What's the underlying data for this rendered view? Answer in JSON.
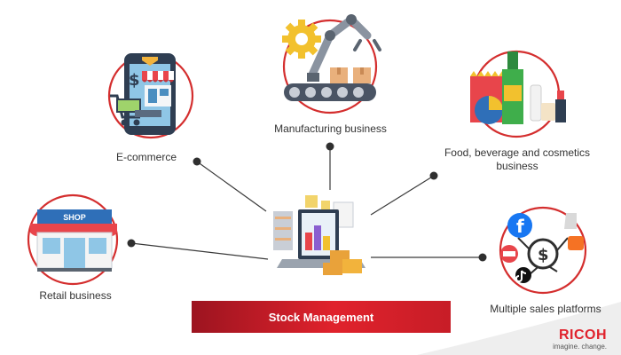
{
  "center": {
    "title": "Stock Management"
  },
  "nodes": {
    "ecommerce": {
      "label": "E-commerce"
    },
    "manufacturing": {
      "label": "Manufacturing business"
    },
    "food": {
      "label": "Food, beverage and cosmetics business"
    },
    "retail": {
      "label": "Retail business",
      "sign": "SHOP"
    },
    "multiple": {
      "label": "Multiple sales platforms"
    }
  },
  "brand": {
    "name": "RICOH",
    "tagline": "imagine. change."
  },
  "colors": {
    "ring": "#d42e2e",
    "accent": "#e0222c",
    "banner_dark": "#9c1420",
    "connector": "#3a3a3a"
  },
  "icons": {
    "ecommerce": "phone-shop-cart-icon",
    "manufacturing": "robot-arm-conveyor-icon",
    "food": "food-beverage-cosmetics-icon",
    "retail": "shop-front-icon",
    "multiple": "sales-platforms-icon",
    "center": "laptop-inventory-icon"
  }
}
